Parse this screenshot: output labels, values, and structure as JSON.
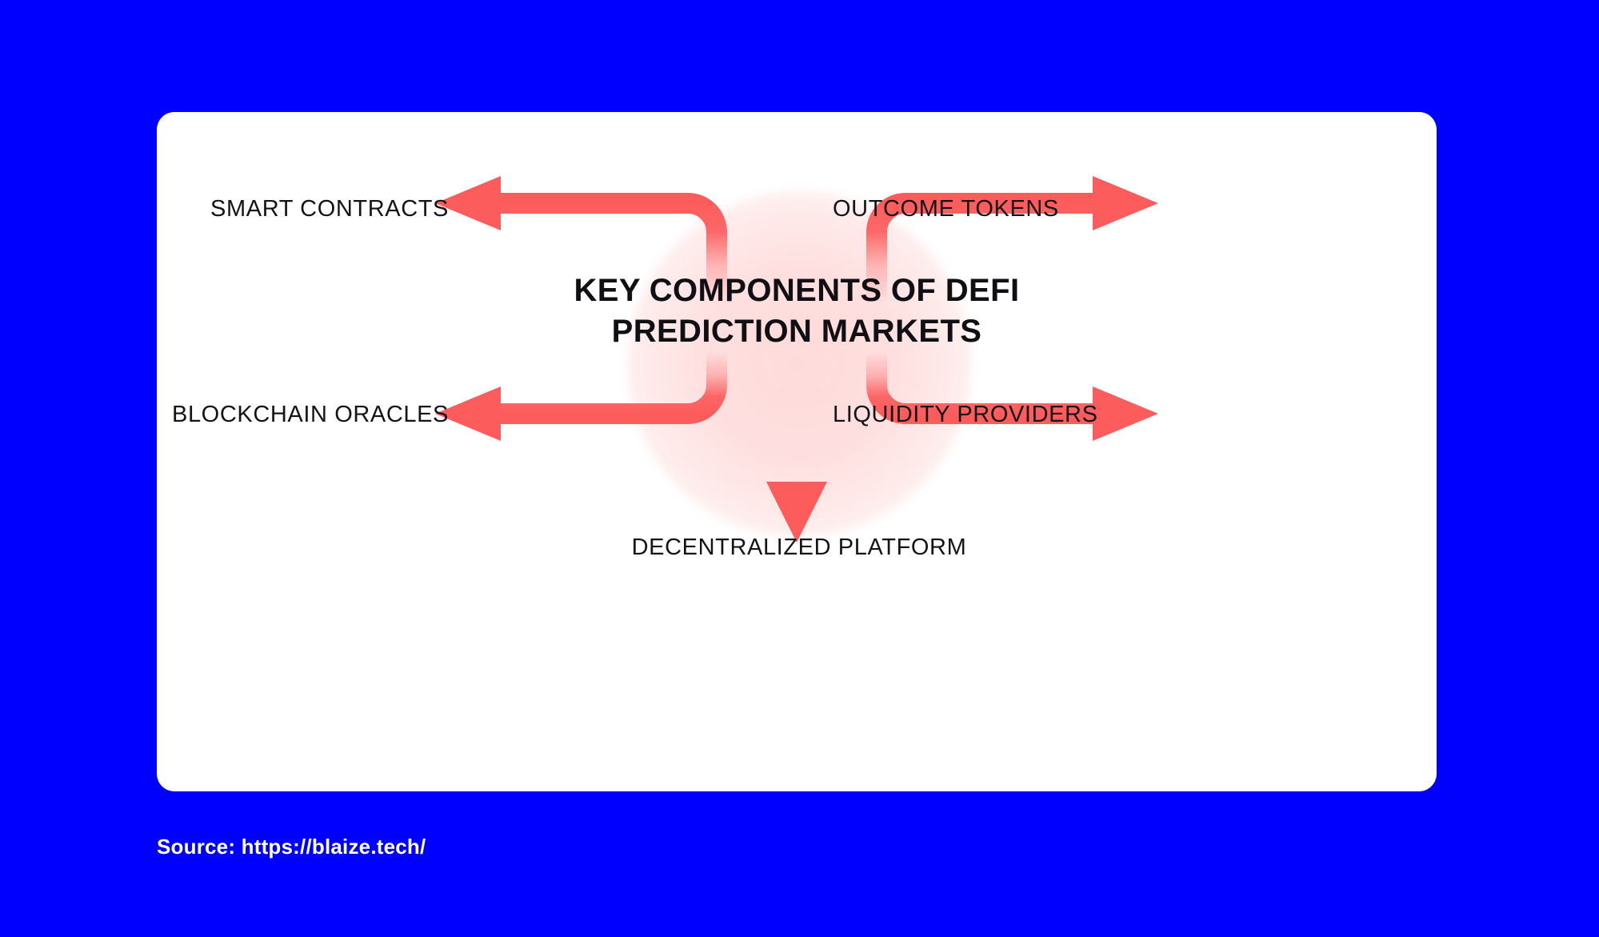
{
  "theme": {
    "background_color": "#0000FF",
    "card_color": "#FFFFFF",
    "arrow_color": "#FC5C5C",
    "text_color": "#100F14",
    "source_text_color": "#FFFFFF"
  },
  "diagram": {
    "center_title": "KEY COMPONENTS OF DEFI\nPREDICTION MARKETS",
    "center_title_line1": "KEY COMPONENTS OF DEFI",
    "center_title_line2": "PREDICTION MARKETS",
    "nodes": [
      {
        "id": "smart-contracts",
        "label": "SMART CONTRACTS",
        "position": "top-left",
        "arrow": "elbow-left-up"
      },
      {
        "id": "outcome-tokens",
        "label": "OUTCOME TOKENS",
        "position": "top-right",
        "arrow": "elbow-right-up"
      },
      {
        "id": "blockchain-oracles",
        "label": "BLOCKCHAIN ORACLES",
        "position": "bottom-left",
        "arrow": "elbow-left-down"
      },
      {
        "id": "liquidity-providers",
        "label": "LIQUIDITY PROVIDERS",
        "position": "bottom-right",
        "arrow": "elbow-right-down"
      },
      {
        "id": "decentralized-platform",
        "label": "DECENTRALIZED PLATFORM",
        "position": "bottom-center",
        "arrow": "straight-down"
      }
    ]
  },
  "footer": {
    "source": "Source: https://blaize.tech/"
  }
}
